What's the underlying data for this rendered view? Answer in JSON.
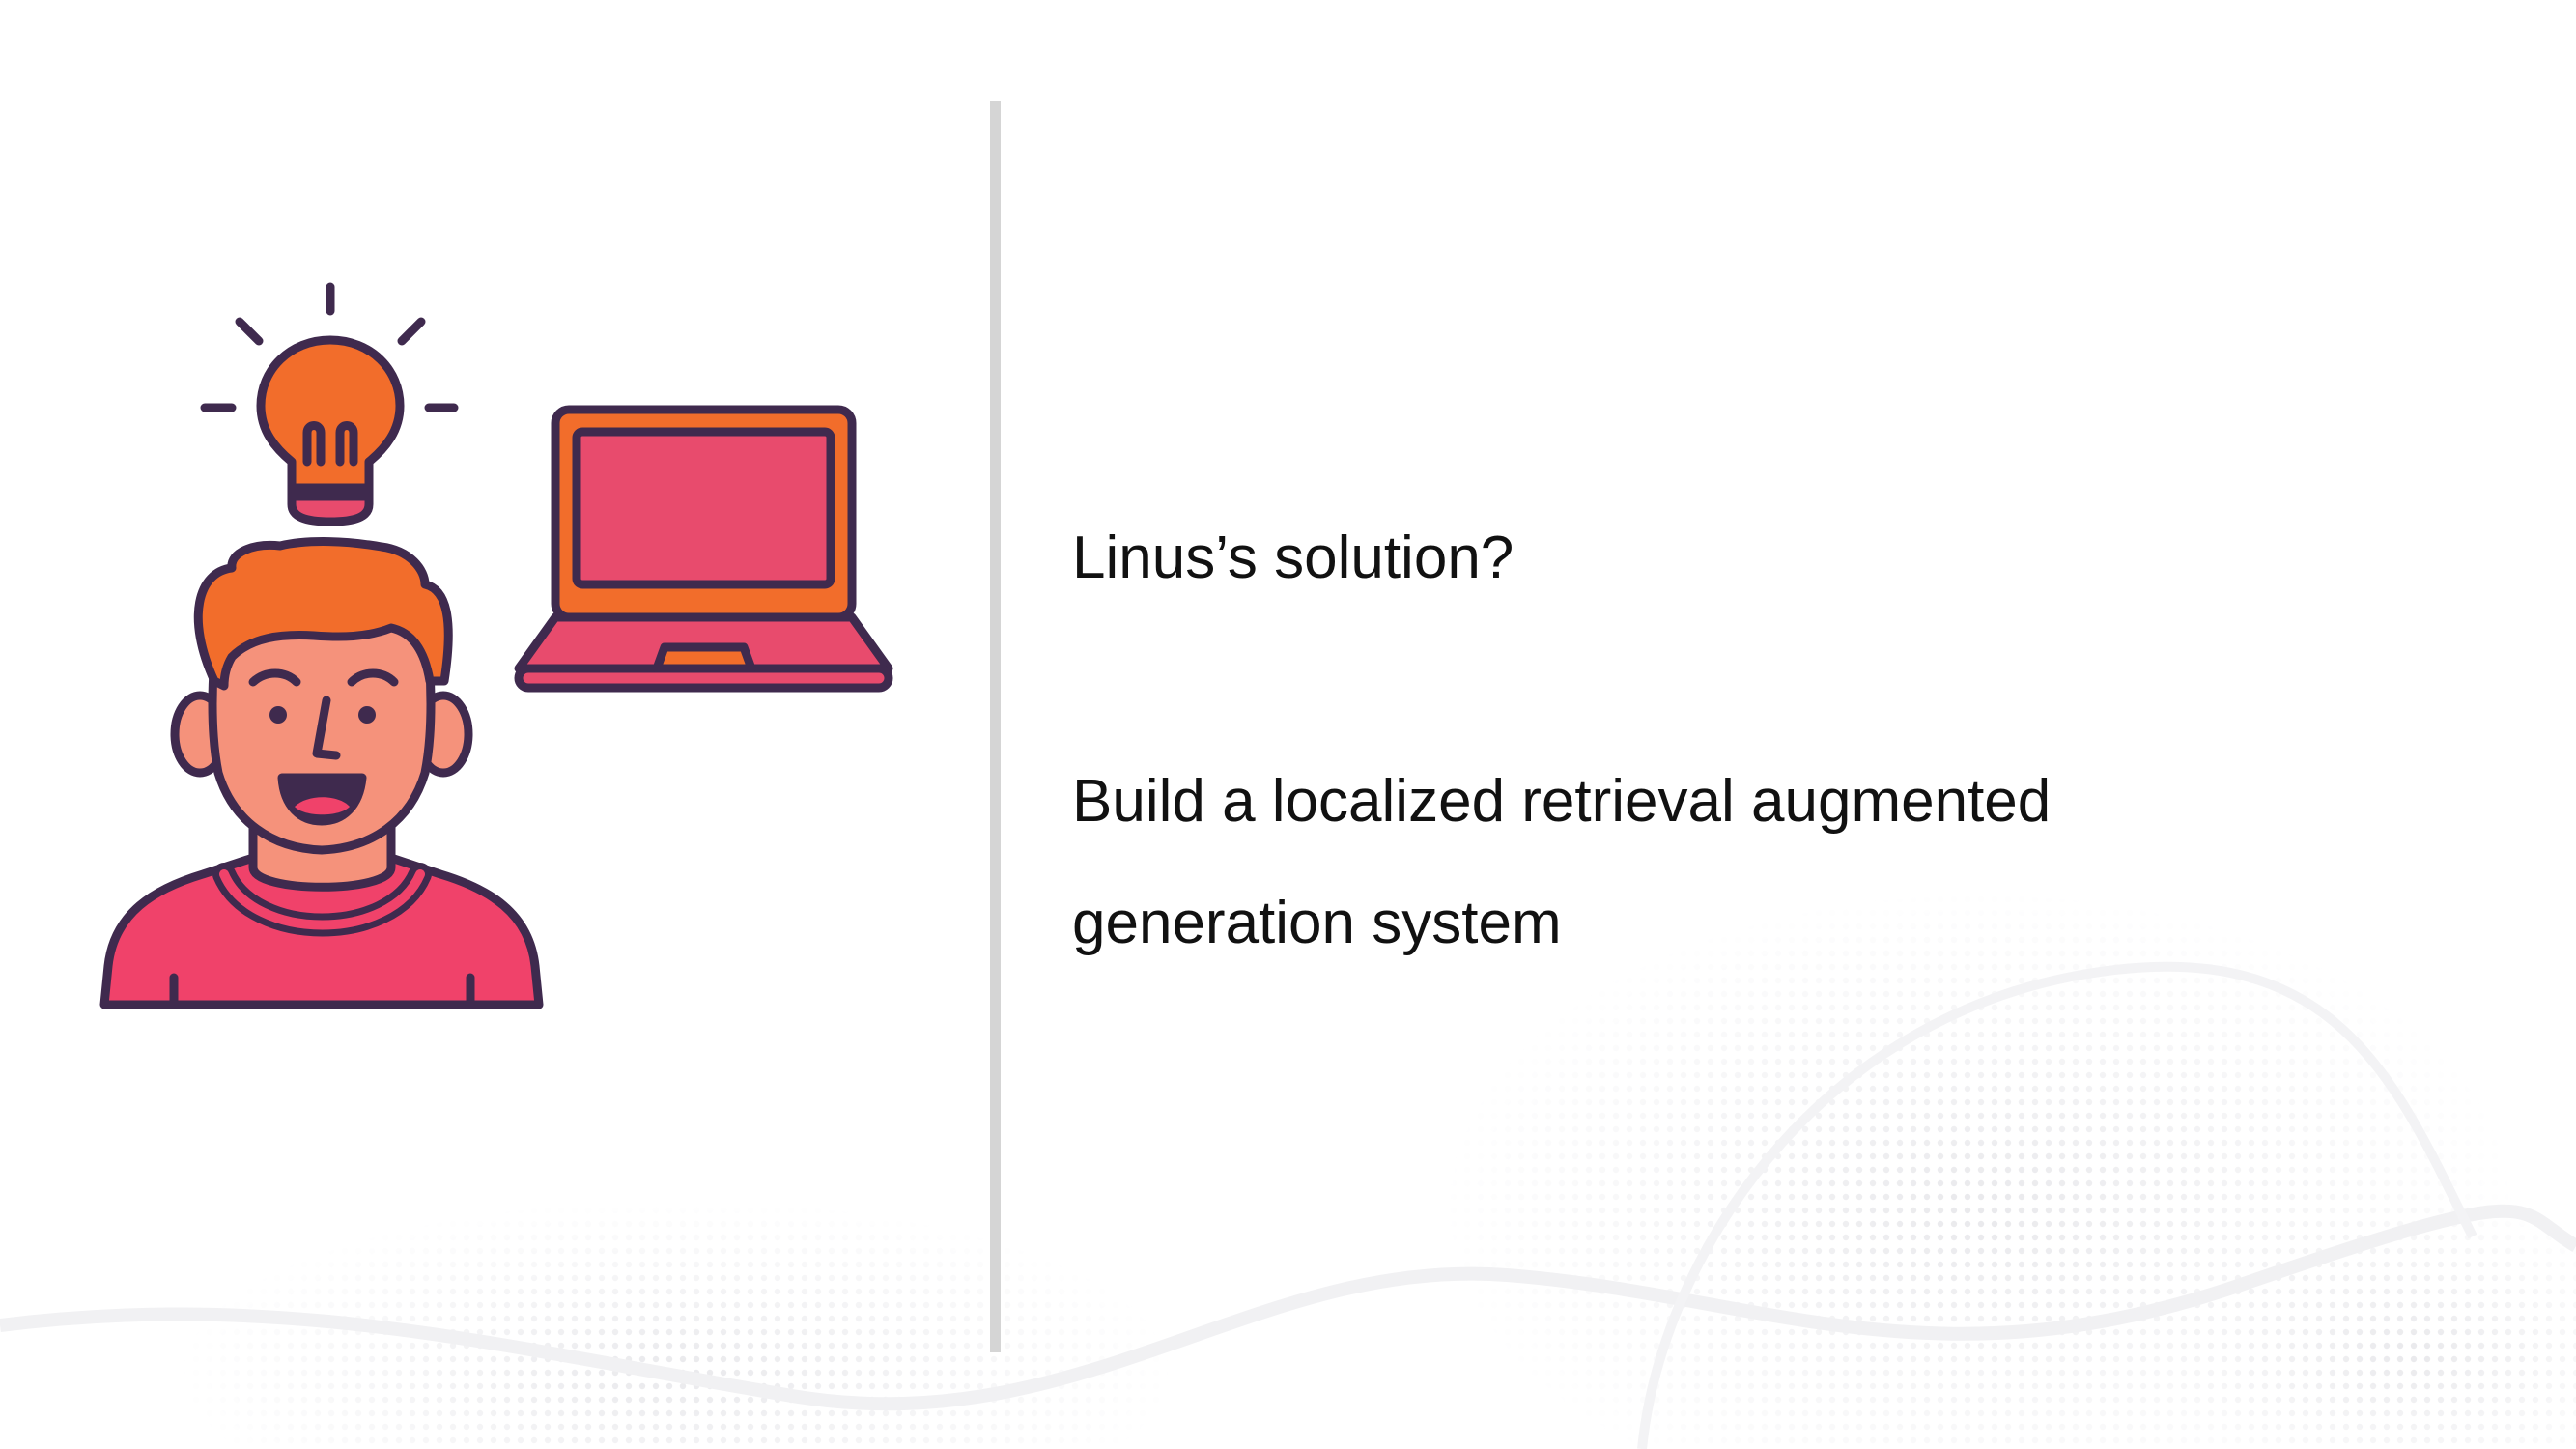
{
  "slide": {
    "question": "Linus’s solution?",
    "answer_line1": "Build a localized retrieval augmented",
    "answer_line2": "generation system"
  },
  "illustration": {
    "icons": [
      "lightbulb-icon",
      "laptop-icon",
      "smiling-person-icon"
    ]
  },
  "colors": {
    "outline": "#3f2a4e",
    "orange": "#f26d2b",
    "pink": "#e84b6d",
    "shirt": "#f0426a",
    "skin": "#f5927b",
    "divider": "#d5d5d5",
    "text": "#111111"
  }
}
